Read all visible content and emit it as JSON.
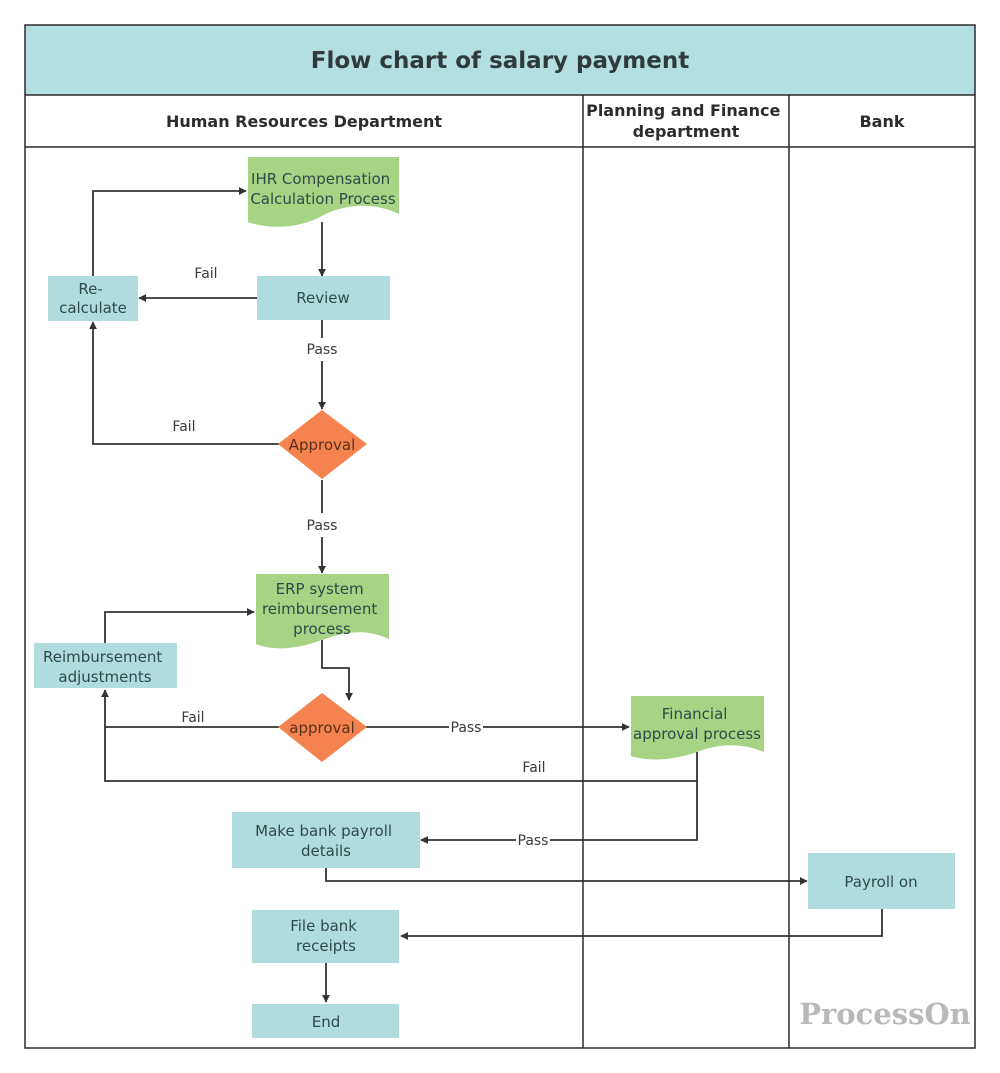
{
  "title": "Flow chart of salary payment",
  "lanes": [
    {
      "id": "hr",
      "label_lines": [
        "Human Resources Department"
      ]
    },
    {
      "id": "finance",
      "label_lines": [
        "Planning and Finance",
        "department"
      ]
    },
    {
      "id": "bank",
      "label_lines": [
        "Bank"
      ]
    }
  ],
  "colors": {
    "title_bg": "#b4dfe0",
    "process_fill": "#b1dcdd",
    "document_fill": "#a6d384",
    "decision_fill": "#f4834f",
    "line": "#333333",
    "border": "#2b2b2b"
  },
  "nodes": [
    {
      "id": "ihr",
      "type": "document",
      "lines": [
        "IHR Compensation",
        "Calculation Process"
      ]
    },
    {
      "id": "review",
      "type": "process",
      "lines": [
        "Review"
      ]
    },
    {
      "id": "recalc",
      "type": "process",
      "lines": [
        "Re-",
        "calculate"
      ]
    },
    {
      "id": "approval1",
      "type": "decision",
      "lines": [
        "Approval"
      ]
    },
    {
      "id": "erp",
      "type": "document",
      "lines": [
        "ERP system",
        "reimbursement",
        "process"
      ]
    },
    {
      "id": "reimb",
      "type": "process",
      "lines": [
        "Reimbursement",
        "adjustments"
      ]
    },
    {
      "id": "approval2",
      "type": "decision",
      "lines": [
        "approval"
      ]
    },
    {
      "id": "finapproval",
      "type": "document",
      "lines": [
        "Financial",
        "approval process"
      ]
    },
    {
      "id": "makebank",
      "type": "process",
      "lines": [
        "Make bank payroll",
        "details"
      ]
    },
    {
      "id": "payroll",
      "type": "process",
      "lines": [
        "Payroll on"
      ]
    },
    {
      "id": "filebank",
      "type": "process",
      "lines": [
        "File bank",
        "receipts"
      ]
    },
    {
      "id": "end",
      "type": "process",
      "lines": [
        "End"
      ]
    }
  ],
  "edges": [
    {
      "id": "e1",
      "from": "ihr",
      "to": "review",
      "label": ""
    },
    {
      "id": "e2",
      "from": "review",
      "to": "recalc",
      "label": "Fail"
    },
    {
      "id": "e3",
      "from": "recalc",
      "to": "ihr",
      "label": ""
    },
    {
      "id": "e4",
      "from": "review",
      "to": "approval1",
      "label": "Pass"
    },
    {
      "id": "e5",
      "from": "approval1",
      "to": "recalc",
      "label": "Fail"
    },
    {
      "id": "e6",
      "from": "approval1",
      "to": "erp",
      "label": "Pass"
    },
    {
      "id": "e7",
      "from": "erp",
      "to": "approval2",
      "label": ""
    },
    {
      "id": "e8",
      "from": "reimb",
      "to": "erp",
      "label": ""
    },
    {
      "id": "e9",
      "from": "approval2",
      "to": "reimb",
      "label": "Fail"
    },
    {
      "id": "e10",
      "from": "approval2",
      "to": "finapproval",
      "label": "Pass"
    },
    {
      "id": "e11",
      "from": "finapproval",
      "to": "reimb",
      "label": "Fail"
    },
    {
      "id": "e12",
      "from": "finapproval",
      "to": "makebank",
      "label": "Pass"
    },
    {
      "id": "e13",
      "from": "makebank",
      "to": "payroll",
      "label": ""
    },
    {
      "id": "e14",
      "from": "payroll",
      "to": "filebank",
      "label": ""
    },
    {
      "id": "e15",
      "from": "filebank",
      "to": "end",
      "label": ""
    }
  ],
  "watermark": "ProcessOn"
}
